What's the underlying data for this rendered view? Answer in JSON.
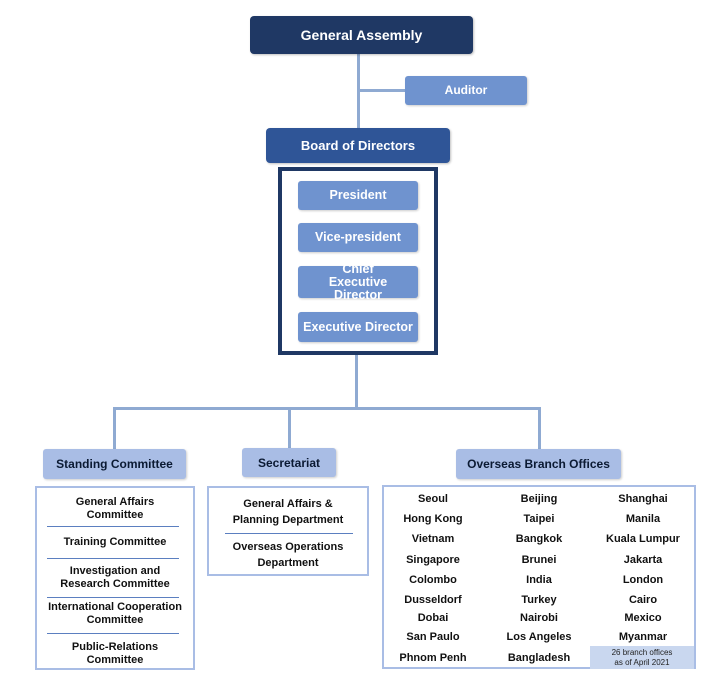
{
  "top": {
    "general_assembly": "General Assembly",
    "auditor": "Auditor",
    "board": "Board of Directors"
  },
  "officers": [
    "President",
    "Vice-president",
    "Chief Executive Director",
    "Executive Director"
  ],
  "divisions": {
    "standing": {
      "label": "Standing Committee",
      "items": [
        "General Affairs Committee",
        "Training Committee",
        "Investigation and Research Committee",
        "International Cooperation Committee",
        "Public-Relations Committee"
      ]
    },
    "secretariat": {
      "label": "Secretariat",
      "items": [
        "General Affairs & Planning Department",
        "Overseas Operations Department"
      ]
    },
    "overseas": {
      "label": "Overseas Branch Offices",
      "columns": [
        [
          "Seoul",
          "Hong Kong",
          "Vietnam",
          "Singapore",
          "Colombo",
          "Dusseldorf",
          "Dobai",
          "San Paulo",
          "Phnom Penh"
        ],
        [
          "Beijing",
          "Taipei",
          "Bangkok",
          "Brunei",
          "India",
          "Turkey",
          "Nairobi",
          "Los Angeles",
          "Bangladesh"
        ],
        [
          "Shanghai",
          "Manila",
          "Kuala Lumpur",
          "Jakarta",
          "London",
          "Cairo",
          "Mexico",
          "Myanmar"
        ]
      ],
      "note_line1": "26 branch offices",
      "note_line2": "as of April 2021"
    }
  },
  "colors": {
    "navy": "#1f3864",
    "blue": "#2f5597",
    "mid_blue": "#6f93cf",
    "pale_blue": "#a9bde5",
    "connector": "#8faad2"
  }
}
